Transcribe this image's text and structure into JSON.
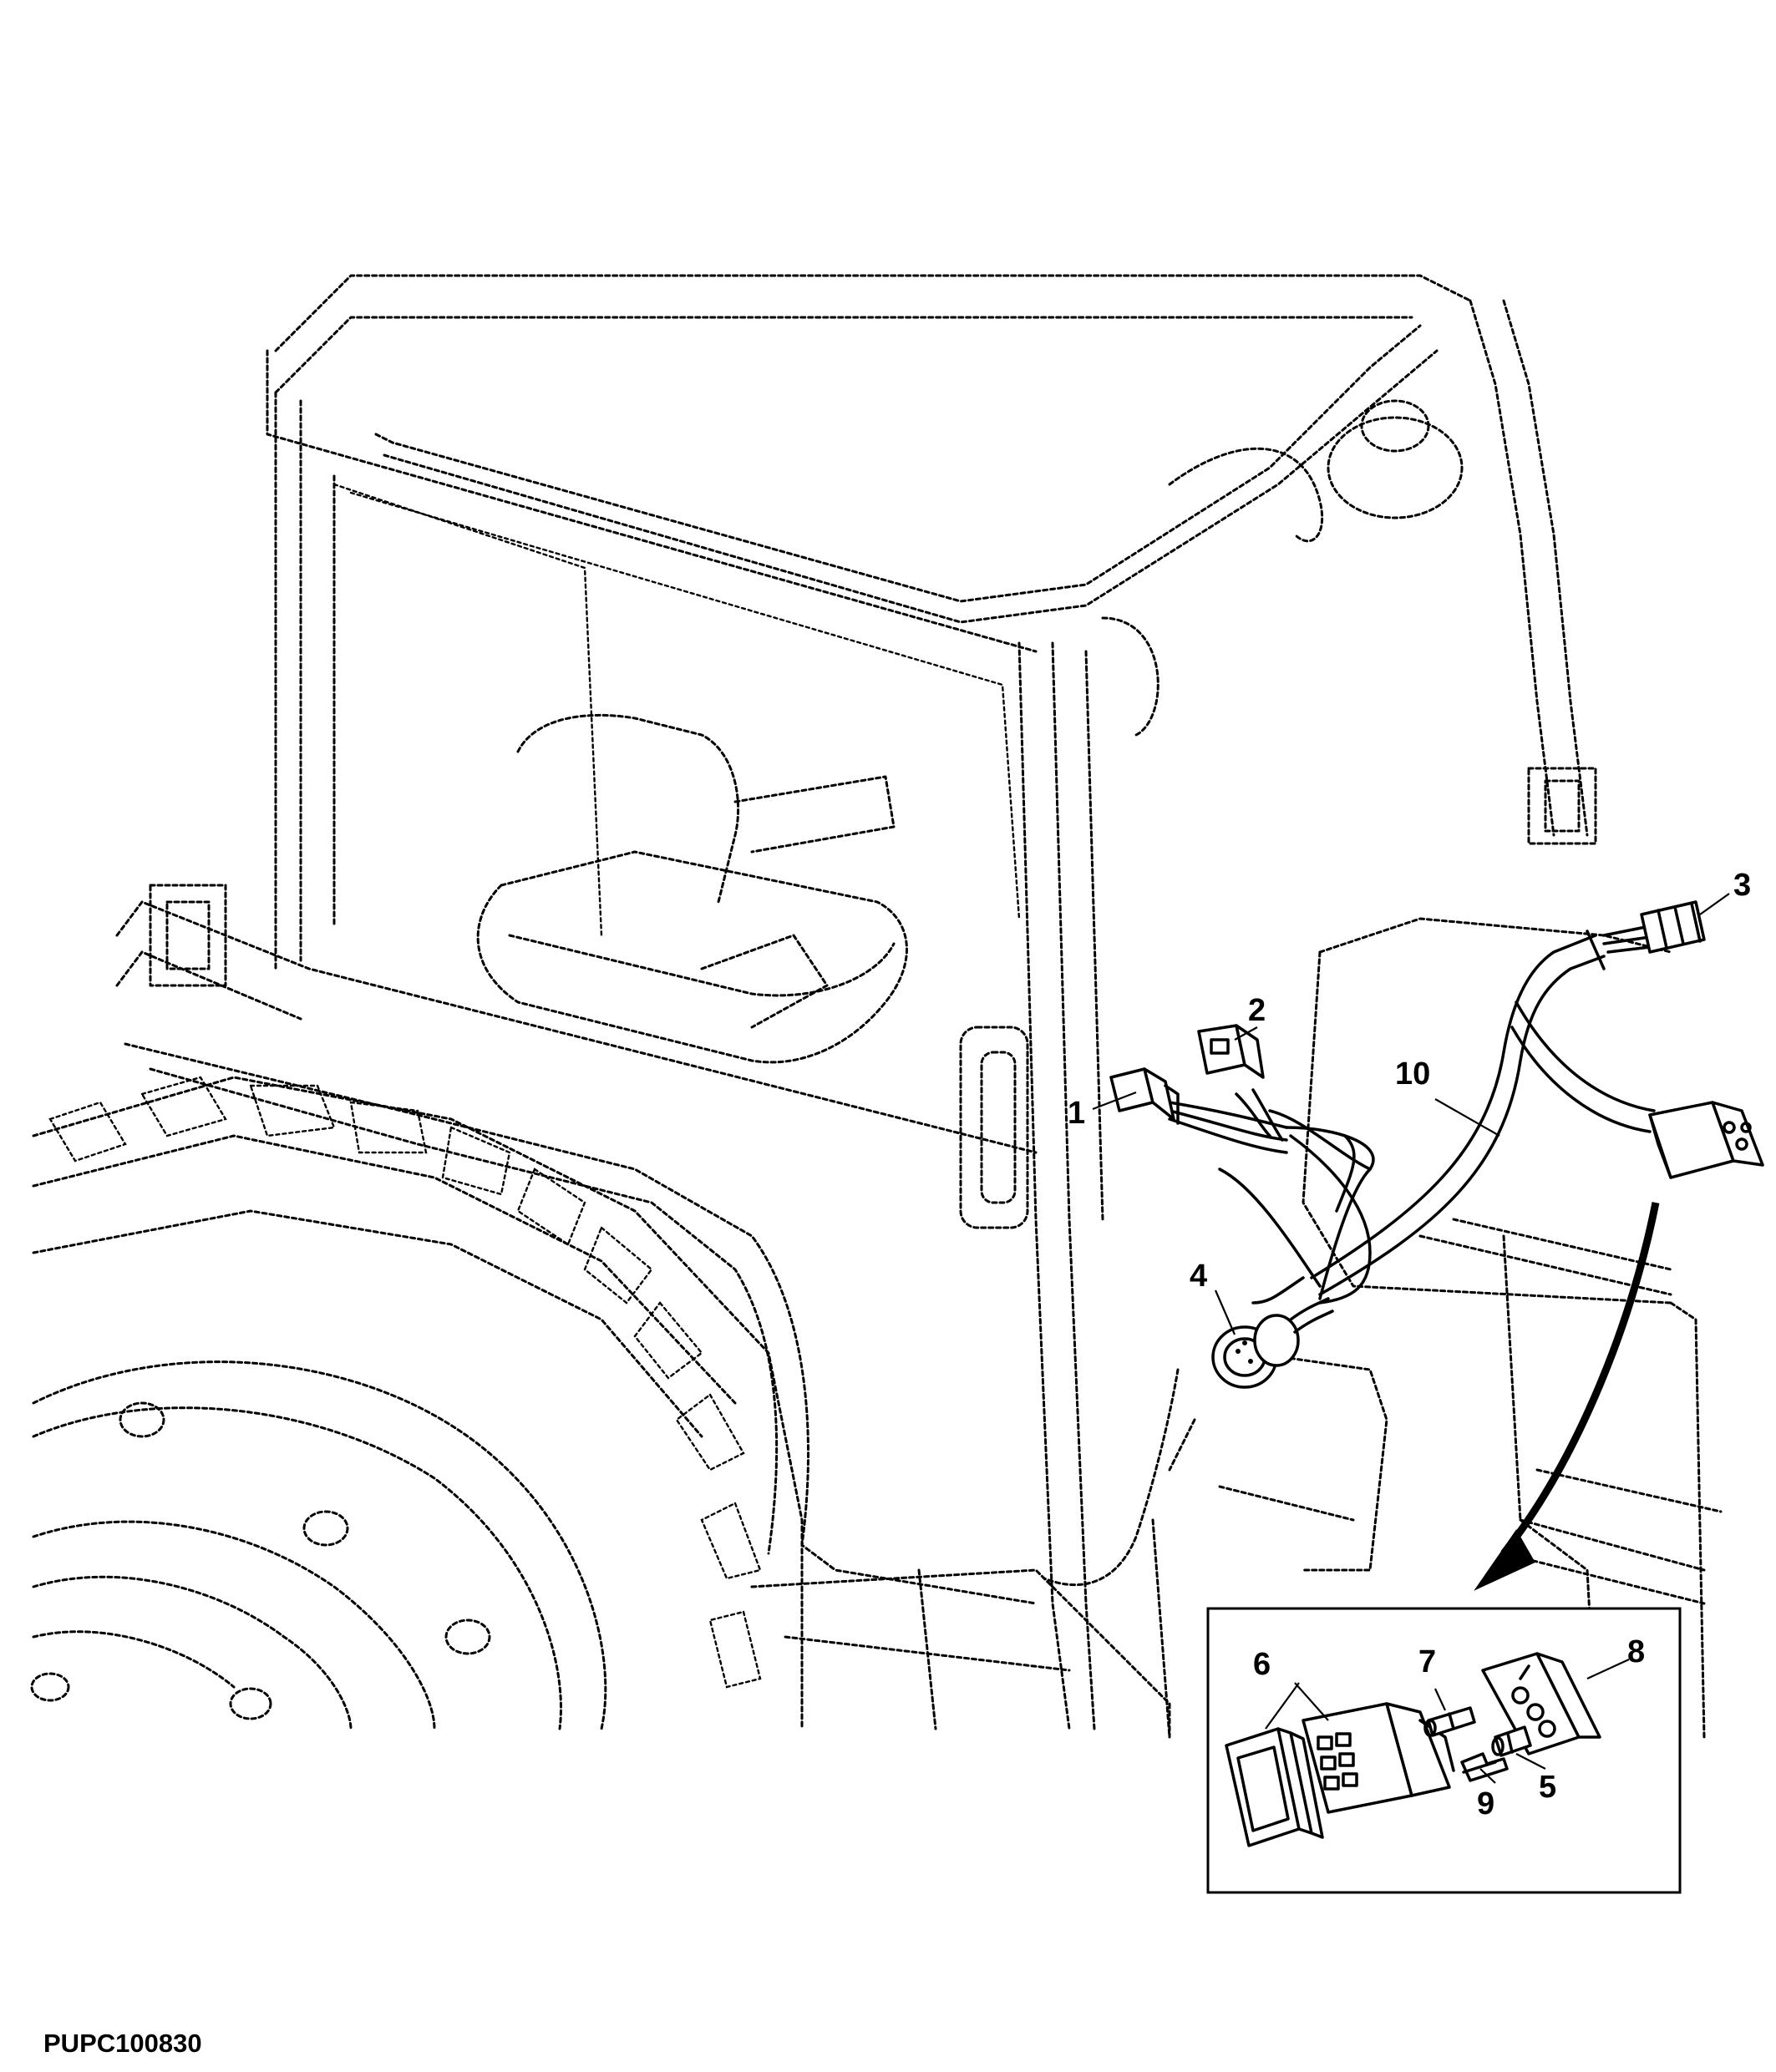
{
  "figure": {
    "code": "PUPC100830",
    "callouts": [
      {
        "id": "1",
        "label": "1"
      },
      {
        "id": "2",
        "label": "2"
      },
      {
        "id": "3",
        "label": "3"
      },
      {
        "id": "4",
        "label": "4"
      },
      {
        "id": "5",
        "label": "5"
      },
      {
        "id": "6",
        "label": "6"
      },
      {
        "id": "7",
        "label": "7"
      },
      {
        "id": "8",
        "label": "8"
      },
      {
        "id": "9",
        "label": "9"
      },
      {
        "id": "10",
        "label": "10"
      }
    ]
  }
}
